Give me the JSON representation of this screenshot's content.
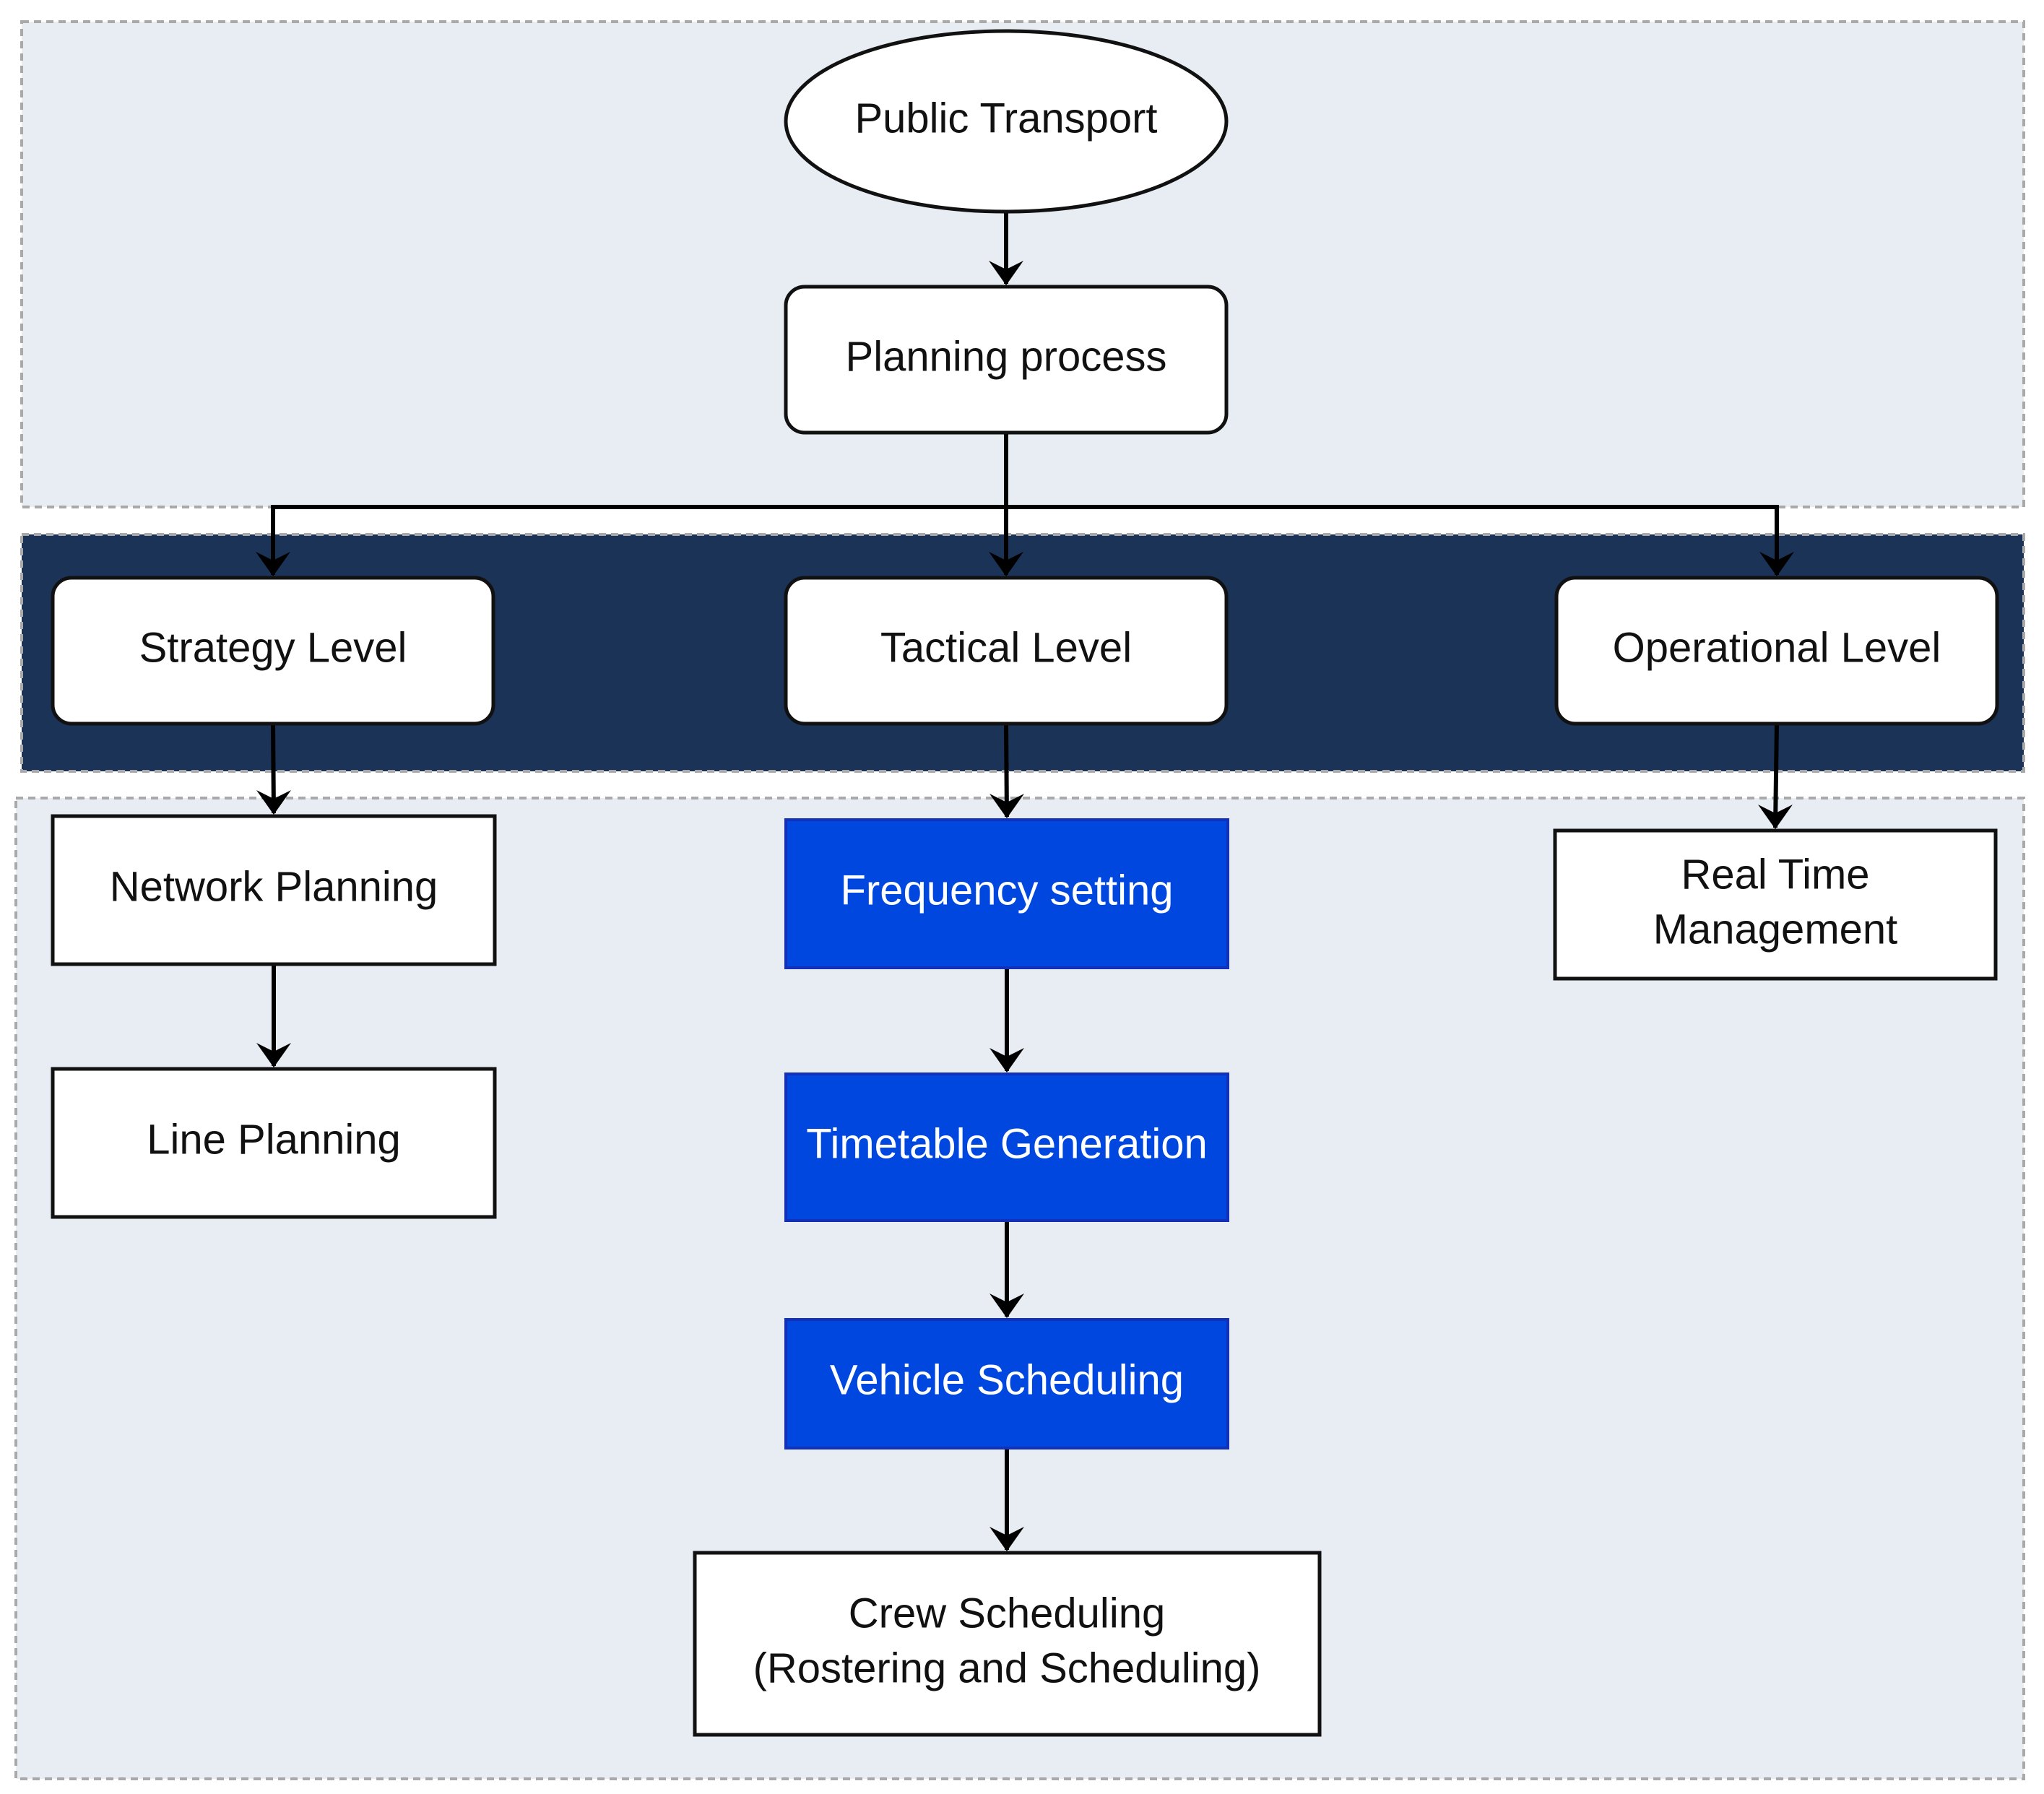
{
  "colors": {
    "panel_light": "#e8edf4",
    "panel_dark": "#1b3357",
    "panel_border": "#a9a9a9",
    "node_white": "#ffffff",
    "node_blue": "#0047e0",
    "node_blue_border": "#1230b8",
    "text_dark": "#111111",
    "text_light": "#ffffff",
    "edge": "#000000"
  },
  "nodes": {
    "public_transport": {
      "label": "Public Transport"
    },
    "planning_process": {
      "label": "Planning process"
    },
    "strategy_level": {
      "label": "Strategy Level"
    },
    "tactical_level": {
      "label": "Tactical Level"
    },
    "operational_level": {
      "label": "Operational Level"
    },
    "network_planning": {
      "label": "Network Planning"
    },
    "line_planning": {
      "label": "Line Planning"
    },
    "frequency_setting": {
      "label": "Frequency setting"
    },
    "timetable_generation": {
      "label": "Timetable Generation"
    },
    "vehicle_scheduling": {
      "label": "Vehicle Scheduling"
    },
    "crew_scheduling": {
      "line1": "Crew Scheduling",
      "line2": "(Rostering and Scheduling)"
    },
    "real_time_management": {
      "line1": "Real Time",
      "line2": "Management"
    }
  },
  "edges": [
    {
      "from": "public_transport",
      "to": "planning_process"
    },
    {
      "from": "planning_process",
      "to": "strategy_level"
    },
    {
      "from": "planning_process",
      "to": "tactical_level"
    },
    {
      "from": "planning_process",
      "to": "operational_level"
    },
    {
      "from": "strategy_level",
      "to": "network_planning"
    },
    {
      "from": "network_planning",
      "to": "line_planning"
    },
    {
      "from": "tactical_level",
      "to": "frequency_setting"
    },
    {
      "from": "frequency_setting",
      "to": "timetable_generation"
    },
    {
      "from": "timetable_generation",
      "to": "vehicle_scheduling"
    },
    {
      "from": "vehicle_scheduling",
      "to": "crew_scheduling"
    },
    {
      "from": "operational_level",
      "to": "real_time_management"
    }
  ]
}
